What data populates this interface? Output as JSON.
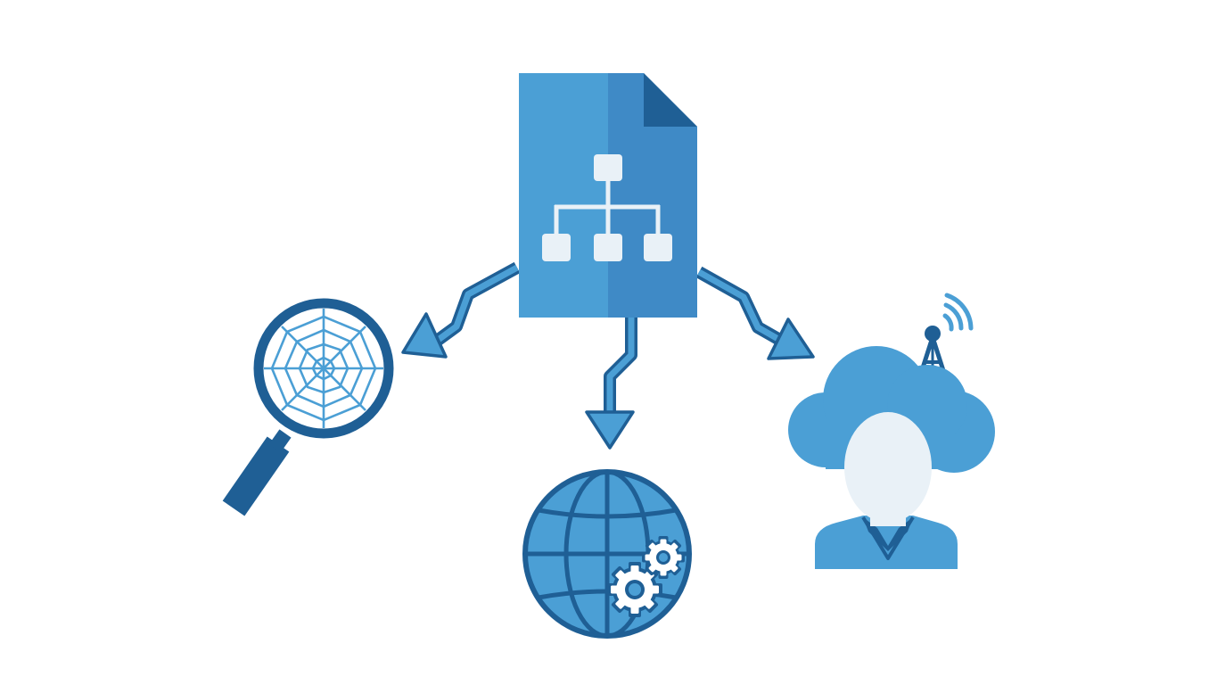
{
  "diagram": {
    "nodes": [
      {
        "id": "sitemap-document",
        "icon": "sitemap-document-icon"
      },
      {
        "id": "web-crawler",
        "icon": "magnifier-spiderweb-icon"
      },
      {
        "id": "web-services",
        "icon": "globe-gears-icon"
      },
      {
        "id": "cloud-user",
        "icon": "cloud-user-antenna-icon"
      }
    ],
    "edges": [
      {
        "from": "sitemap-document",
        "to": "web-crawler",
        "icon": "arrow-icon"
      },
      {
        "from": "sitemap-document",
        "to": "web-services",
        "icon": "arrow-icon"
      },
      {
        "from": "sitemap-document",
        "to": "cloud-user",
        "icon": "arrow-icon"
      }
    ]
  },
  "colors": {
    "dark": "#1f5f95",
    "main": "#4b9fd5",
    "mid": "#3f8ac6",
    "light": "#e9f1f7",
    "background": "#ffffff"
  }
}
